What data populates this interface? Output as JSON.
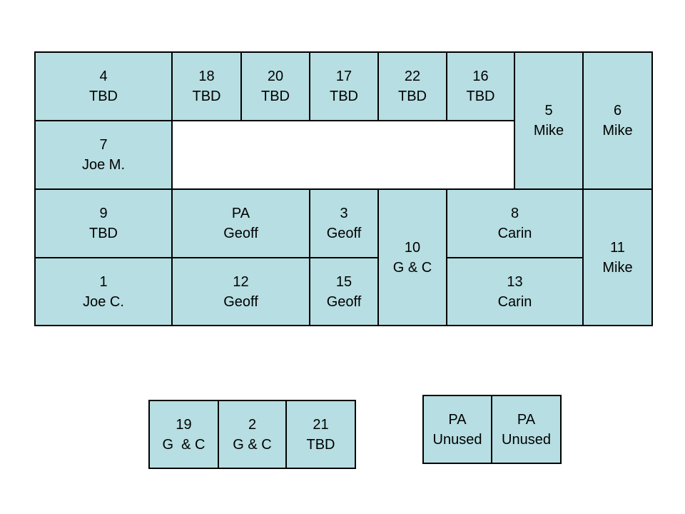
{
  "colors": {
    "page-bg": "#FFFFFF",
    "box-fill": "#B7DEE2",
    "box-border": "#000000",
    "text-color": "#000000"
  },
  "seats": {
    "s4": {
      "number": "4",
      "assignee": "TBD"
    },
    "s18": {
      "number": "18",
      "assignee": "TBD"
    },
    "s20": {
      "number": "20",
      "assignee": "TBD"
    },
    "s17": {
      "number": "17",
      "assignee": "TBD"
    },
    "s22": {
      "number": "22",
      "assignee": "TBD"
    },
    "s16": {
      "number": "16",
      "assignee": "TBD"
    },
    "s5": {
      "number": "5",
      "assignee": "Mike"
    },
    "s6": {
      "number": "6",
      "assignee": "Mike"
    },
    "s7": {
      "number": "7",
      "assignee": "Joe M."
    },
    "s9": {
      "number": "9",
      "assignee": "TBD"
    },
    "sPA": {
      "number": "PA",
      "assignee": "Geoff"
    },
    "s3": {
      "number": "3",
      "assignee": "Geoff"
    },
    "s10": {
      "number": "10",
      "assignee": "G & C"
    },
    "s8": {
      "number": "8",
      "assignee": "Carin"
    },
    "s11": {
      "number": "11",
      "assignee": "Mike"
    },
    "s1": {
      "number": "1",
      "assignee": "Joe C."
    },
    "s12": {
      "number": "12",
      "assignee": "Geoff"
    },
    "s15": {
      "number": "15",
      "assignee": "Geoff"
    },
    "s13": {
      "number": "13",
      "assignee": "Carin"
    },
    "s19": {
      "number": "19",
      "assignee": "G  & C"
    },
    "s2": {
      "number": "2",
      "assignee": "G & C"
    },
    "s21": {
      "number": "21",
      "assignee": "TBD"
    },
    "paUnusedLeft": {
      "number": "PA",
      "assignee": "Unused"
    },
    "paUnusedRight": {
      "number": "PA",
      "assignee": "Unused"
    }
  }
}
